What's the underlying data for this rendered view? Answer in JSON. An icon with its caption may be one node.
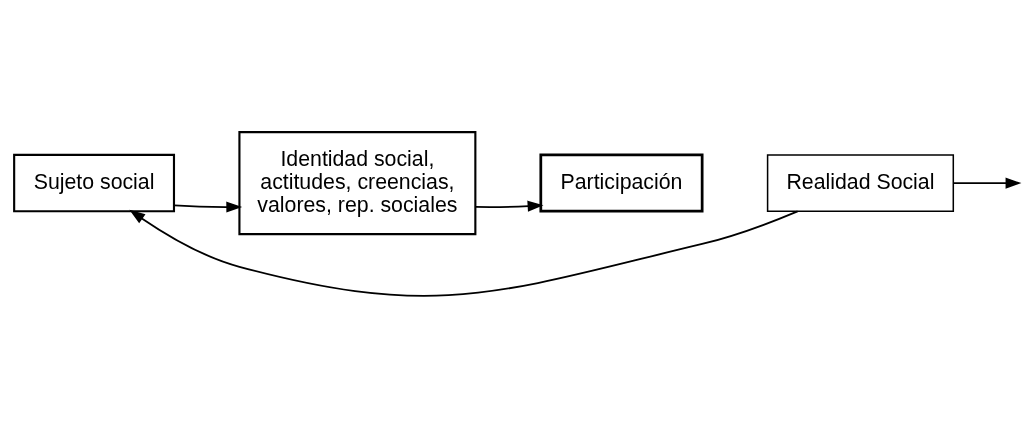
{
  "diagram": {
    "nodes": [
      {
        "text": [
          "Sujeto social"
        ]
      },
      {
        "text": [
          "Identidad social, actitudes, creencias, valores, rep. sociales"
        ]
      },
      {
        "text": [
          "Participación"
        ]
      },
      {
        "text": [
          "Realidad Social"
        ]
      }
    ],
    "edges": [
      {
        "from": 0,
        "to": 1,
        "arrow": "to"
      },
      {
        "from": 1,
        "to": 2,
        "arrow": "to"
      },
      {
        "from": 3,
        "to": null,
        "arrow": "to"
      },
      {
        "from": 3,
        "to": 0,
        "arrow": "to"
      }
    ]
  }
}
